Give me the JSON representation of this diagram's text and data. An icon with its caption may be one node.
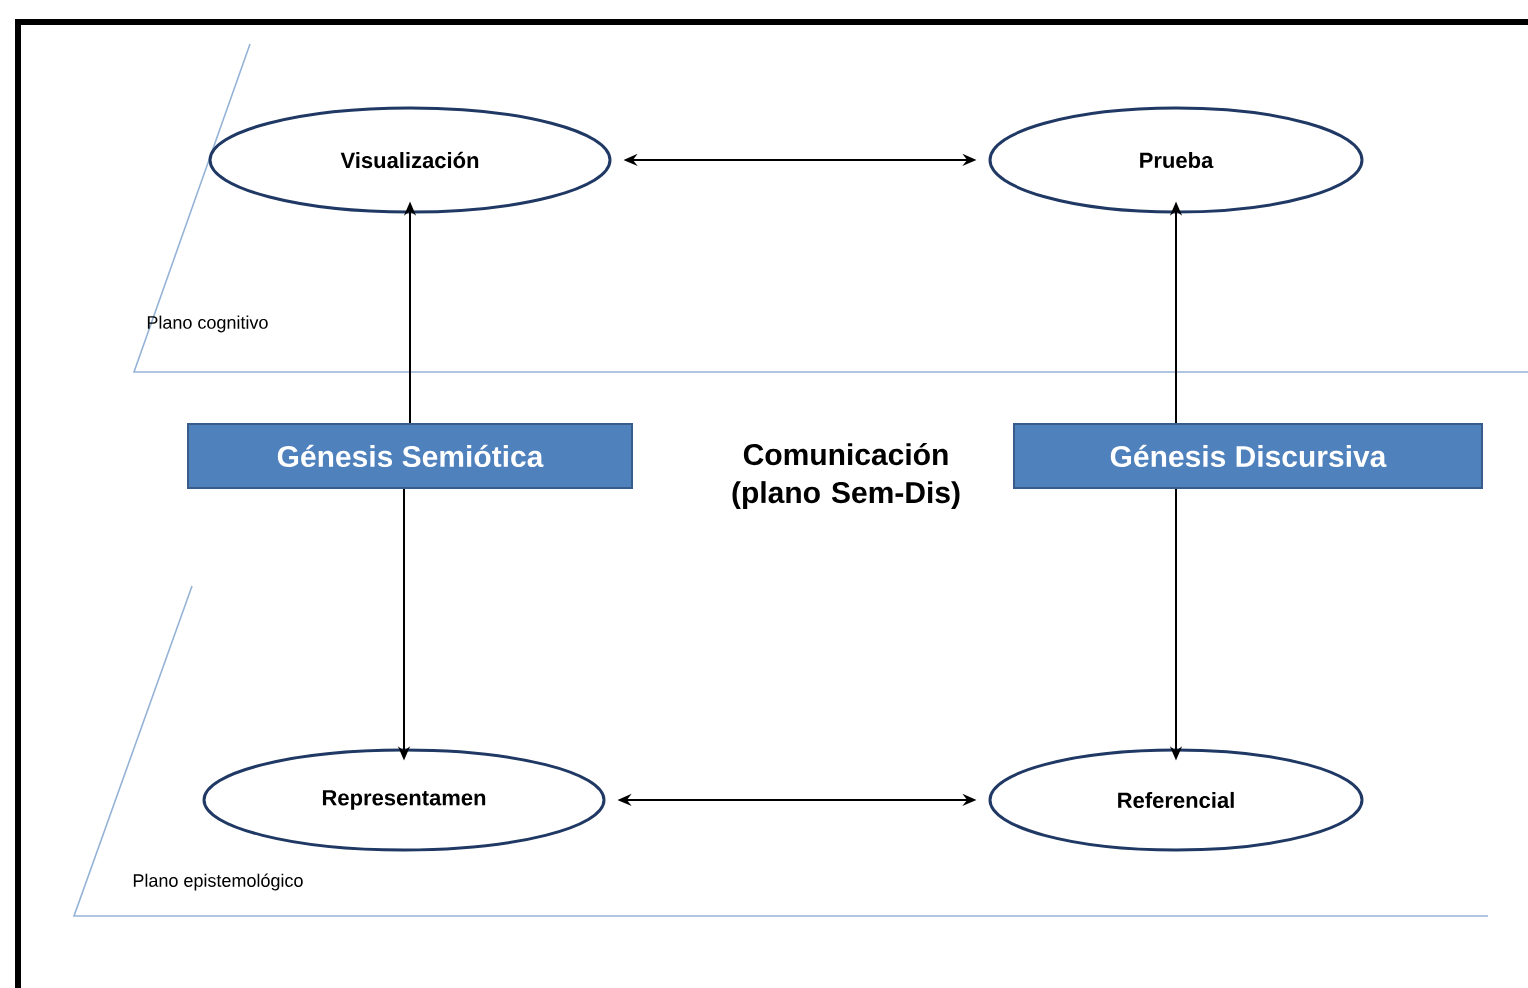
{
  "diagram": {
    "nodes": [
      {
        "text": [
          "Visualización"
        ]
      },
      {
        "text": [
          "Prueba"
        ]
      },
      {
        "text": [
          "Génesis Semiótica"
        ]
      },
      {
        "text": [
          "Génesis Discursiva"
        ]
      },
      {
        "text": [
          "Representamen"
        ]
      },
      {
        "text": [
          "Referencial"
        ]
      }
    ],
    "edges": [
      {
        "from": 0,
        "to": 1,
        "arrow": "both"
      },
      {
        "from": 2,
        "to": 0,
        "arrow": "to"
      },
      {
        "from": 3,
        "to": 1,
        "arrow": "to"
      },
      {
        "from": 2,
        "to": 4,
        "arrow": "to"
      },
      {
        "from": 3,
        "to": 5,
        "arrow": "to"
      },
      {
        "from": 4,
        "to": 5,
        "arrow": "both"
      }
    ],
    "labels": [
      "Plano cognitivo",
      "Comunicación (plano Sem-Dis)",
      "Plano epistemológico"
    ]
  }
}
